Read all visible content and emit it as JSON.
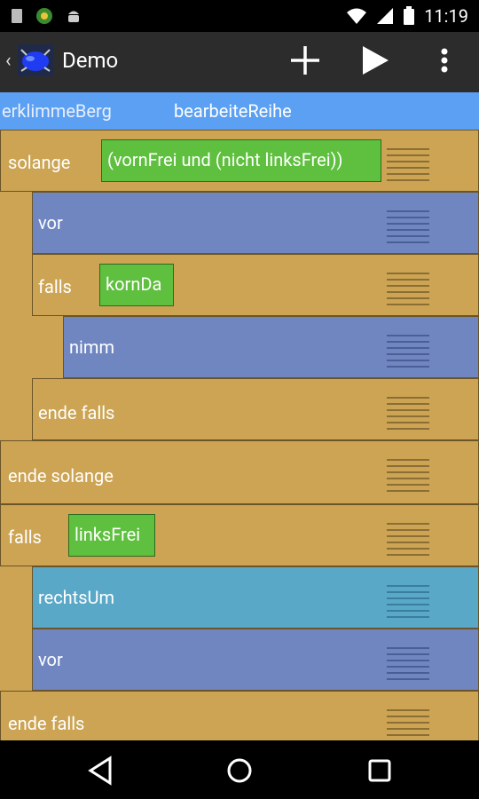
{
  "status_bar": {
    "time": "11:19",
    "icons": [
      "sim-card-icon",
      "soccer-ball-icon",
      "android-icon",
      "wifi-icon",
      "signal-icon",
      "battery-icon"
    ]
  },
  "app_bar": {
    "title": "Demo",
    "logo": "kara-beetle-logo",
    "actions": [
      "add-icon",
      "play-icon",
      "overflow-menu-icon"
    ]
  },
  "tabs": [
    {
      "label": "erklimmeBerg"
    },
    {
      "label": "bearbeiteReihe"
    }
  ],
  "blocks": {
    "b1": {
      "keyword": "solange",
      "condition": "(vornFrei und (nicht linksFrei))"
    },
    "b2": {
      "keyword": "vor"
    },
    "b3": {
      "keyword": "falls",
      "condition": "kornDa"
    },
    "b4": {
      "keyword": "nimm"
    },
    "b5": {
      "keyword": "ende falls"
    },
    "b6": {
      "keyword": "ende solange"
    },
    "b7": {
      "keyword": "falls",
      "condition": "linksFrei"
    },
    "b8": {
      "keyword": "rechtsUm"
    },
    "b9": {
      "keyword": "vor"
    },
    "b10": {
      "keyword": "ende falls"
    }
  },
  "colors": {
    "control": "#cca454",
    "action": "#6f86c0",
    "turn": "#5aa8c8",
    "condition": "#5fbf3f",
    "tab_bar": "#5ba0f2"
  },
  "nav_bar": [
    "back-icon",
    "home-icon",
    "recents-icon"
  ]
}
